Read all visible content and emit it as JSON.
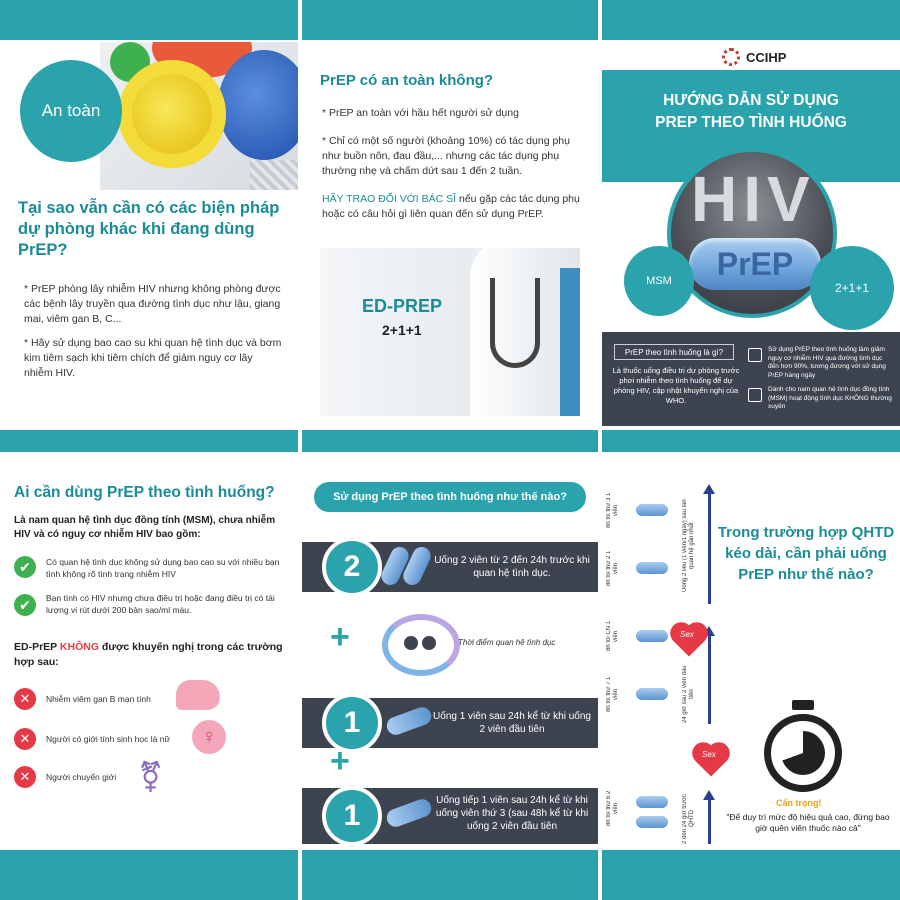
{
  "panel1": {
    "badge": "An toàn",
    "title": "Tại sao vẫn cần có các biện pháp dự phòng khác khi đang dùng PrEP?",
    "text1": "* PrEP phòng lây nhiễm HIV nhưng không phòng được các bệnh lây truyền qua đường tình dục như lậu, giang mai, viêm gan B, C...",
    "text2": "* Hãy sử dụng bao cao su khi quan hệ tình dục và bơm kim tiêm sạch khi tiêm chích để giảm nguy cơ lây nhiễm HIV."
  },
  "panel2": {
    "title": "PrEP có an toàn không?",
    "text1": "* PrEP an toàn với hầu hết  người sử dụng",
    "text2": "* Chỉ có một số người (khoảng 10%) có tác dụng phụ như buồn nôn, đau đầu,... nhưng các tác dụng phụ thường nhẹ và chấm dứt sau 1 đến 2 tuần.",
    "text3_highlight": "HÃY TRAO ĐỔI VỚI BÁC SĨ",
    "text3_rest": " nếu gặp các tác dụng phụ hoặc có câu hỏi gì liên quan đến sử dụng PrEP.",
    "ed_label": "ED-PREP",
    "ed_sub": "2+1+1"
  },
  "panel3": {
    "logo": "CCIHP",
    "title_line1": "HƯỚNG DẪN SỬ DỤNG",
    "title_line2": "PREP THEO TÌNH HUỐNG",
    "bg_text": "HIV",
    "pill_label": "PrEP",
    "msm": "MSM",
    "formula": "2+1+1",
    "question": "PrEP theo tình huống là gì?",
    "answer": "Là thuốc uống điều trị dự phòng trước phơi nhiễm theo tình huống để dự phòng HIV, cập nhật khuyến nghị của WHO.",
    "bullet1": "Sử dụng PrEP theo tình huống làm giảm nguy cơ nhiễm HIV qua đường tình dục đến hơn 90%, tương đương với sử dụng PrEP hàng ngày",
    "bullet2": "Dành cho nam quan hệ tình dục đồng tính (MSM) hoạt động tình dục KHÔNG thường xuyên"
  },
  "panel4": {
    "title": "Ai cần dùng PrEP theo tình huống?",
    "lead": "Là nam quan hệ tình dục đồng tính (MSM), chưa nhiễm HIV và có nguy cơ nhiễm HIV bao gồm:",
    "check1": "Có quan hệ tình dục không sử dụng bao cao su với nhiều bạn tình không rõ tình trạng nhiễm HIV",
    "check2": "Bạn tình có HIV nhưng chưa điều trị hoặc đang điều trị có tải lượng vi rút dưới 200 bản sao/ml máu.",
    "not_pre": "ED-PrEP ",
    "not_red": "KHÔNG",
    "not_post": " được khuyến nghị trong các trường hợp sau:",
    "x1": "Nhiễm viêm gan B mạn tính",
    "x2": "Người có giới tính sinh học là nữ",
    "x3": "Người chuyển giới"
  },
  "panel5": {
    "header": "Sử dụng PrEP theo tình huống như thế nào?",
    "step1_num": "2",
    "step1_text": "Uống 2 viên từ 2 đến 24h trước khi quan hệ tình dục.",
    "cycle_text": "Thời điểm quan hệ tình dục",
    "step2_num": "1",
    "step2_text": "Uống 1 viên sau 24h kể từ khi uống 2 viên đầu tiên",
    "step3_num": "1",
    "step3_text": "Uống tiếp 1 viên sau 24h kể từ khi uống viên thứ 3 (sau 48h kể từ khi uống 2 viên đầu tiên",
    "plus": "+"
  },
  "panel6": {
    "rows": [
      {
        "label": "8h tối thứ 3 1 viên"
      },
      {
        "label": "8h tối thứ 2 1 viên"
      },
      {
        "label": "8h tối CN 1 viên"
      },
      {
        "label": "8h tối thứ 7 1 viên"
      },
      {
        "label": "8h tối thứ 6 2 viên"
      }
    ],
    "arrow1_label": "Uống 2 liều (1 viên/1 ngày) sau lần quan hệ gần nhất",
    "arrow2_label": "24 giờ sau 2 viên đầu tiên",
    "arrow3_label": "2 đến 24 giờ trước QHTD",
    "sex_label": "Sex",
    "title": "Trong trường hợp QHTD kéo dài, cần phải uống PrEP như thế nào?",
    "warn": "Cẩn trọng!",
    "warn_text": "\"Để duy trì mức độ hiệu quả cao, đừng bao giờ quên viên thuốc nào cả\""
  }
}
